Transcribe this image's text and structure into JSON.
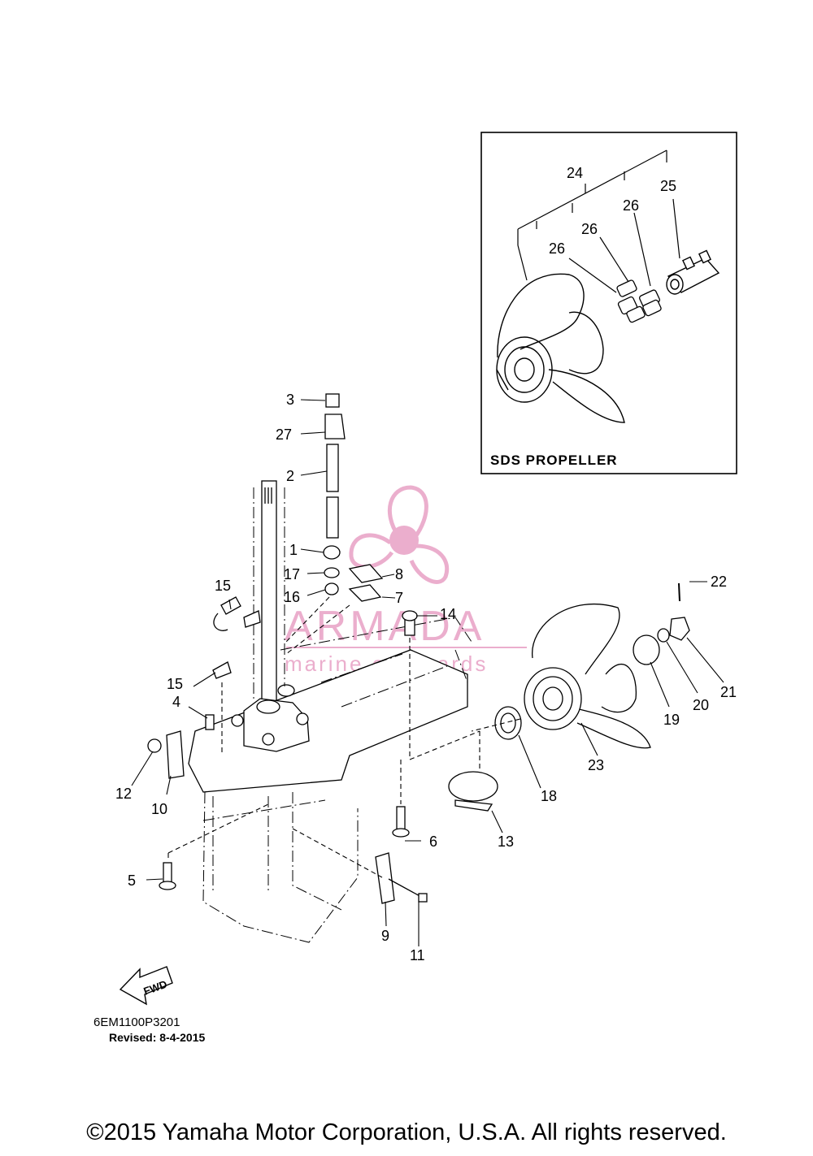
{
  "inset": {
    "title": "SDS PROPELLER"
  },
  "callouts": {
    "c1": "1",
    "c2": "2",
    "c3": "3",
    "c4": "4",
    "c5": "5",
    "c6": "6",
    "c7": "7",
    "c8": "8",
    "c9": "9",
    "c10": "10",
    "c11": "11",
    "c12": "12",
    "c13": "13",
    "c14": "14",
    "c15a": "15",
    "c15b": "15",
    "c16": "16",
    "c17": "17",
    "c18": "18",
    "c19": "19",
    "c20": "20",
    "c21": "21",
    "c22": "22",
    "c23": "23",
    "c24": "24",
    "c25": "25",
    "c26a": "26",
    "c26b": "26",
    "c26c": "26",
    "c27": "27"
  },
  "fwd_label": "FWD",
  "reference": {
    "code": "6EM1100P3201",
    "revised": "Revised: 8-4-2015"
  },
  "watermark": {
    "brand": "ARMADA",
    "tagline": "marine outboards",
    "color": "#e9a6c8"
  },
  "copyright": "©2015 Yamaha Motor Corporation, U.S.A. All rights reserved."
}
